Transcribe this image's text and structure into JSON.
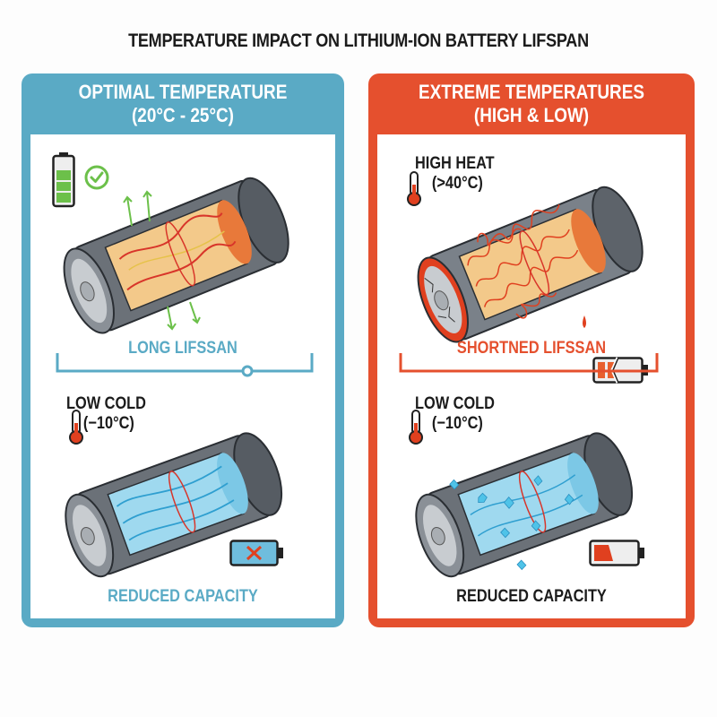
{
  "title": "TEMPERATURE IMPACT ON LITHIUM-ION BATTERY LIFSPAN",
  "colors": {
    "optimal": "#5aaac5",
    "extreme": "#e5502e",
    "good": "#6cc04a",
    "text": "#1b1b1b",
    "ice": "#4fc3e8",
    "heat": "#e0401f"
  },
  "left_panel": {
    "heading_line1": "OPTIMAL TEMPERATURE",
    "heading_line2": "(20°C - 25°C)",
    "top": {
      "icon": "battery-full-icon",
      "status_icon": "checkmark-circle-icon",
      "illustration": "battery-cell-optimal-illustration",
      "result": "LONG LIFSSAN"
    },
    "bottom": {
      "condition_line1": "LOW COLD",
      "condition_line2": "(−10°C)",
      "icon": "thermometer-icon",
      "illustration": "battery-cell-frozen-illustration",
      "status_icon": "battery-x-icon",
      "result": "REDUCED CAPACITY"
    }
  },
  "right_panel": {
    "heading_line1": "EXTREME TEMPERATURES",
    "heading_line2": "(HIGH & LOW)",
    "top": {
      "condition_line1": "HIGH HEAT",
      "condition_line2": "(>40°C)",
      "icon": "thermometer-icon",
      "illustration": "battery-cell-overheated-illustration",
      "status_icon": "battery-broken-icon",
      "result": "SHORTNED LIFSSAN"
    },
    "bottom": {
      "condition_line1": "LOW COLD",
      "condition_line2": "(−10°C)",
      "icon": "thermometer-icon",
      "illustration": "battery-cell-iced-illustration",
      "status_icon": "battery-low-icon",
      "result": "REDUCED CAPACITY"
    }
  }
}
